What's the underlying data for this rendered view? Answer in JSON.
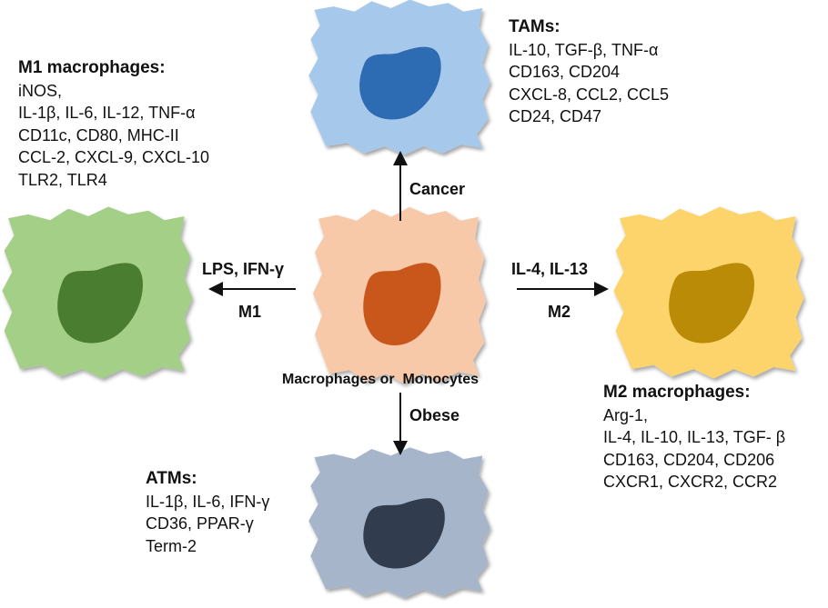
{
  "colors": {
    "center_outer": "#f8c9a9",
    "center_inner": "#c9561a",
    "m1_outer": "#a4cf87",
    "m1_inner": "#4b7d31",
    "m2_outer": "#fdd46c",
    "m2_inner": "#b98b07",
    "tam_outer": "#a6c8ea",
    "tam_inner": "#2d6bb3",
    "atm_outer": "#a6b5ca",
    "atm_inner": "#313d4f",
    "arrow": "#111111"
  },
  "center": {
    "label": "Macrophages or  Monocytes"
  },
  "arrows": {
    "up": {
      "label": "Cancer"
    },
    "down": {
      "label": "Obese"
    },
    "left": {
      "label_top": "LPS, IFN-γ",
      "label_bottom": "M1"
    },
    "right": {
      "label_top": "IL-4, IL-13",
      "label_bottom": "M2"
    }
  },
  "m1": {
    "title": "M1 macrophages:",
    "lines": [
      "iNOS,",
      "IL-1β, IL-6, IL-12, TNF-α",
      "CD11c, CD80, MHC-II",
      "CCL-2, CXCL-9, CXCL-10",
      "TLR2, TLR4"
    ]
  },
  "tams": {
    "title": "TAMs:",
    "lines": [
      "IL-10, TGF-β, TNF-α",
      "CD163, CD204",
      "CXCL-8, CCL2, CCL5",
      "CD24, CD47"
    ]
  },
  "m2": {
    "title": "M2 macrophages:",
    "lines": [
      "Arg-1,",
      "IL-4, IL-10, IL-13, TGF- β",
      "CD163, CD204, CD206",
      "CXCR1, CXCR2, CCR2"
    ]
  },
  "atms": {
    "title": "ATMs:",
    "lines": [
      "IL-1β, IL-6, IFN-γ",
      "CD36, PPAR-γ",
      "Term-2"
    ]
  }
}
